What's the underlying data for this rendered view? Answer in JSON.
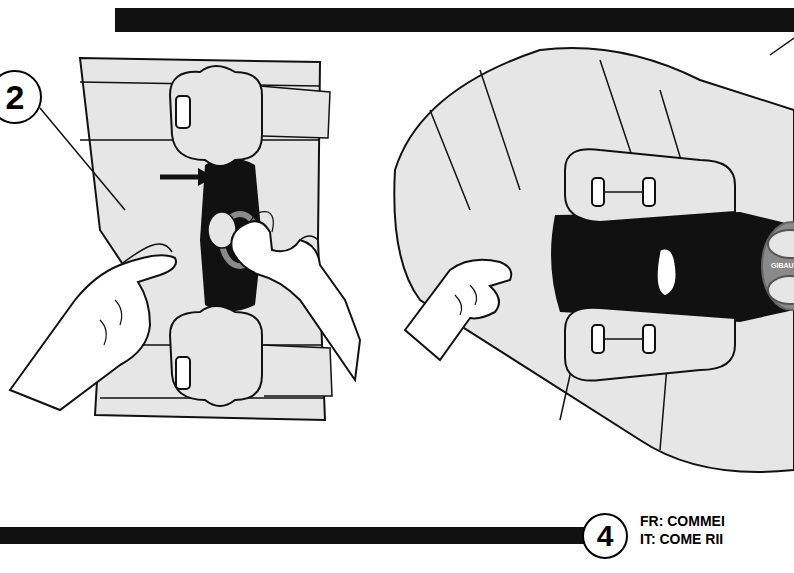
{
  "diagram": {
    "nodes": [
      {
        "text": [
          "2"
        ]
      },
      {
        "text": [
          "4"
        ]
      }
    ],
    "labels": [
      "GIBAU",
      "FR: COMMEI",
      "IT: COME RII"
    ]
  }
}
